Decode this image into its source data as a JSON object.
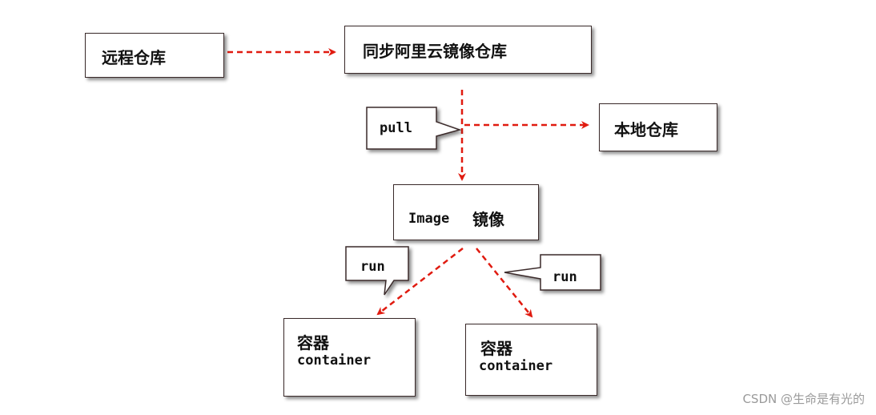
{
  "nodes": {
    "remote_repo": "远程仓库",
    "aliyun_mirror": "同步阿里云镜像仓库",
    "local_repo": "本地仓库",
    "image_prefix": "Image",
    "image_suffix": "镜像",
    "container_left_title": "容器",
    "container_left_sub": "container",
    "container_right_title": "容器",
    "container_right_sub": "container"
  },
  "callouts": {
    "pull": "pull",
    "run_left": "run",
    "run_right": "run"
  },
  "watermark": "CSDN @生命是有光的",
  "colors": {
    "arrow": "#e01b10",
    "box_border": "#3a2a2a"
  }
}
